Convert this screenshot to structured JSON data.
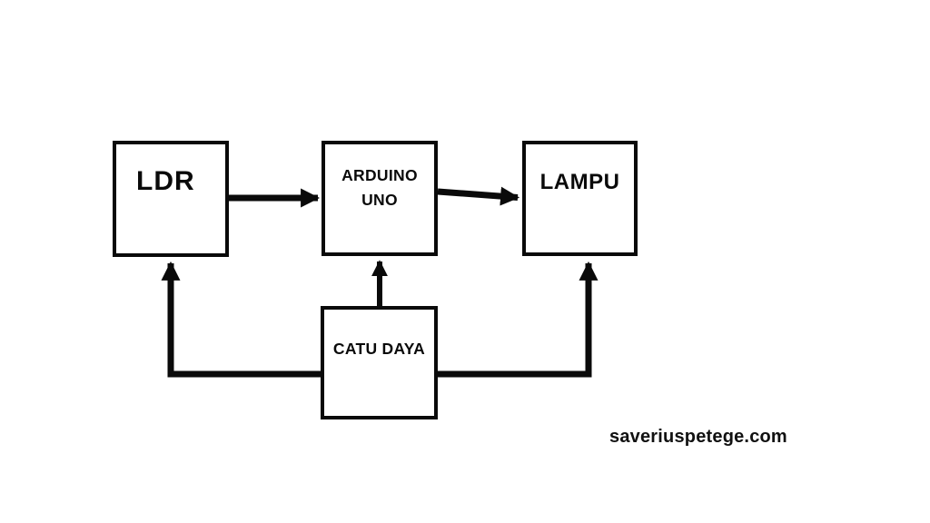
{
  "diagram": {
    "type": "block-diagram",
    "blocks": {
      "ldr": {
        "label": "LDR"
      },
      "arduino": {
        "line1": "ARDUINO",
        "line2": "UNO",
        "label": "ARDUINO UNO"
      },
      "lampu": {
        "label": "LAMPU"
      },
      "catu_daya": {
        "label": "CATU DAYA"
      }
    },
    "connections": [
      {
        "from": "LDR",
        "to": "ARDUINO UNO",
        "style": "arrow-right"
      },
      {
        "from": "ARDUINO UNO",
        "to": "LAMPU",
        "style": "arrow-right"
      },
      {
        "from": "CATU DAYA",
        "to": "ARDUINO UNO",
        "style": "arrow-up"
      },
      {
        "from": "CATU DAYA",
        "to": "LDR",
        "style": "elbow-left-up"
      },
      {
        "from": "CATU DAYA",
        "to": "LAMPU",
        "style": "elbow-right-up"
      }
    ],
    "colors": {
      "background": "#ffffff",
      "box_fill": "#ffffff",
      "line": "#0a0a0a",
      "text": "#0a0a0a"
    }
  },
  "watermark": {
    "text": "saveriuspetege.com"
  }
}
